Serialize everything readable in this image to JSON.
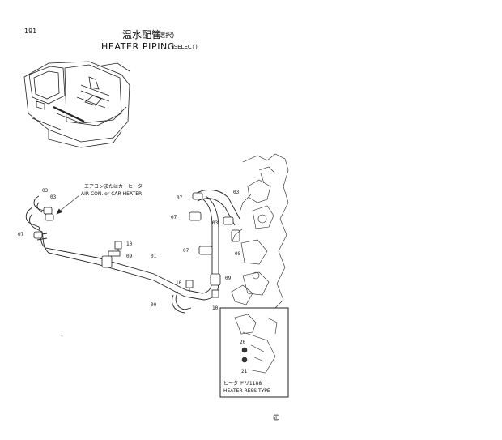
{
  "page": {
    "number": "191",
    "title_ja": "温水配管",
    "title_ja_sub": "(選択)",
    "title_en": "HEATER PIPING",
    "title_en_sub": "(SELECT)",
    "corner_mark": "㊣"
  },
  "notes": {
    "aircon_ja": "エアコンまたはカーヒータ",
    "aircon_en": "AIR-CON. or CAR HEATER",
    "inset_ja": "ヒータ ドリ1188",
    "inset_en": "HEATER RESS TYPE"
  },
  "part_labels": {
    "p03a": "03",
    "p03b": "03",
    "p07a": "07",
    "p10a": "10",
    "p09a": "09",
    "p01": "01",
    "p00": "00",
    "p10b": "10",
    "p09b": "09",
    "p10c": "10",
    "p07b": "07",
    "p07c": "07",
    "p07d": "07",
    "p03c": "03",
    "p03d": "03",
    "p08": "08",
    "p20": "20",
    "p21": "21"
  }
}
